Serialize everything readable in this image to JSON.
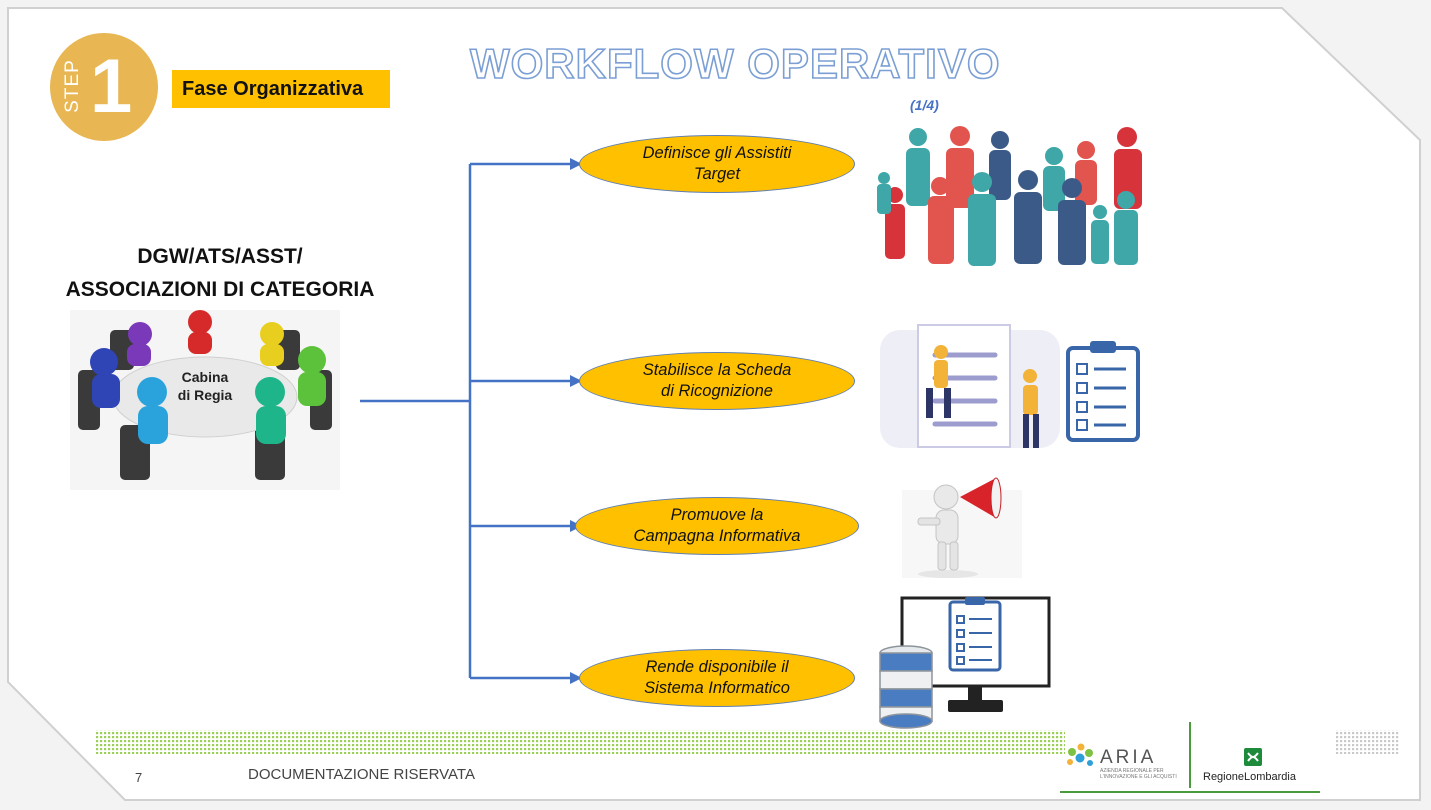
{
  "step": {
    "word": "STEP",
    "number": "1"
  },
  "phase_label": "Fase Organizzativa",
  "title": "WORKFLOW OPERATIVO",
  "page_counter": "(1/4)",
  "organization": {
    "line1": "DGW/ATS/ASST/",
    "line2": "ASSOCIAZIONI DI CATEGORIA"
  },
  "table_label": {
    "line1": "Cabina",
    "line2": "di Regia"
  },
  "actions": [
    {
      "line1": "Definisce  gli Assistiti",
      "line2": "Target",
      "icon": "people-crowd-icon"
    },
    {
      "line1": "Stabilisce la Scheda",
      "line2": "di Ricognizione",
      "icon": "checklist-clipboard-icon"
    },
    {
      "line1": "Promuove la",
      "line2": "Campagna Informativa",
      "icon": "megaphone-person-icon"
    },
    {
      "line1": "Rende disponibile il",
      "line2": "Sistema Informatico",
      "icon": "database-monitor-icon"
    }
  ],
  "footer": {
    "slide_number": "7",
    "confidential": "DOCUMENTAZIONE RISERVATA"
  },
  "logos": {
    "aria": "ARIA",
    "aria_sub": "AZIENDA REGIONALE PER L'INNOVAZIONE E GLI ACQUISTI",
    "region": "RegioneLombardia"
  },
  "colors": {
    "accent_gold": "#e8b652",
    "oval_fill": "#ffc000",
    "connector_blue": "#4472c4",
    "title_outline": "#7b9fd4",
    "footer_green": "#7dc242"
  }
}
